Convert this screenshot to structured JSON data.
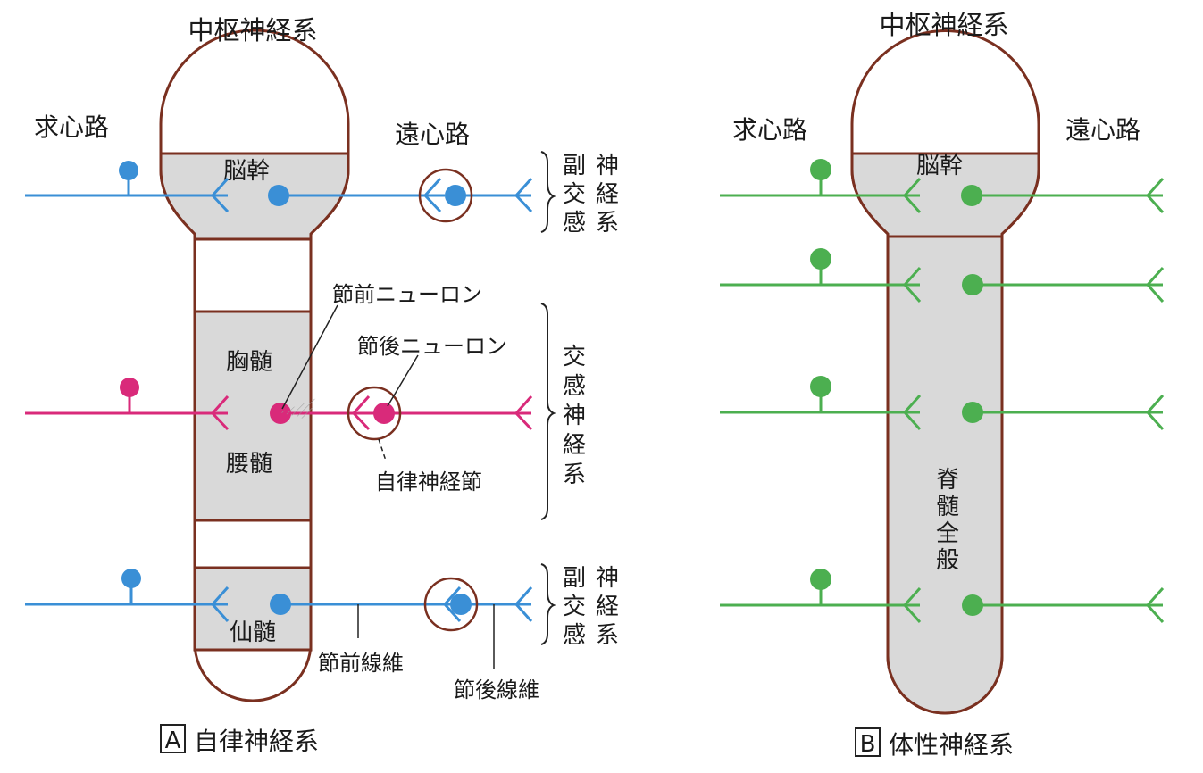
{
  "panel_a": {
    "top_title": "中枢神経系",
    "afferent": "求心路",
    "efferent": "遠心路",
    "brainstem": "脳幹",
    "thoracic": "胸髄",
    "lumbar": "腰髄",
    "sacral": "仙髄",
    "preganglionic_neuron": "節前ニューロン",
    "postganglionic_neuron": "節後ニューロン",
    "autonomic_ganglion": "自律神経節",
    "preganglionic_fiber": "節前線維",
    "postganglionic_fiber": "節後線維",
    "parasympathetic_top": [
      "副",
      "交",
      "感",
      "神",
      "経",
      "系"
    ],
    "sympathetic": [
      "交",
      "感",
      "神",
      "経",
      "系"
    ],
    "parasympathetic_bottom": [
      "副",
      "交",
      "感",
      "神",
      "経",
      "系"
    ],
    "caption_letter": "A",
    "caption": "自律神経系"
  },
  "panel_b": {
    "top_title": "中枢神経系",
    "afferent": "求心路",
    "efferent": "遠心路",
    "brainstem": "脳幹",
    "spinal_cord": [
      "脊",
      "髄",
      "全",
      "般"
    ],
    "caption_letter": "B",
    "caption": "体性神経系"
  },
  "colors": {
    "outline": "#7a3020",
    "fill": "#d9d9d9",
    "parasympathetic": "#3a8fd6",
    "sympathetic": "#d92a7a",
    "somatic": "#4caf50",
    "leader": "#222222"
  }
}
